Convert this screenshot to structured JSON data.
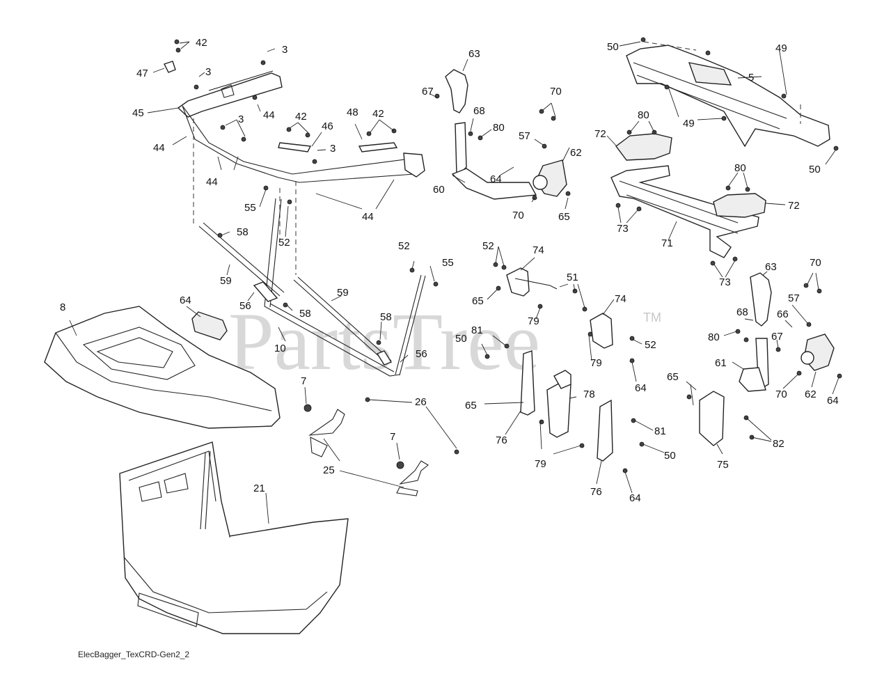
{
  "watermark": {
    "text": "PartsTree",
    "trademark": "TM"
  },
  "caption": "ElecBagger_TexCRD-Gen2_2",
  "callouts": [
    "3",
    "5",
    "7",
    "8",
    "10",
    "21",
    "25",
    "26",
    "42",
    "44",
    "45",
    "46",
    "47",
    "48",
    "49",
    "50",
    "51",
    "52",
    "55",
    "56",
    "57",
    "58",
    "59",
    "60",
    "61",
    "62",
    "63",
    "64",
    "65",
    "66",
    "67",
    "68",
    "70",
    "71",
    "72",
    "73",
    "74",
    "75",
    "76",
    "78",
    "79",
    "80",
    "81",
    "82"
  ]
}
